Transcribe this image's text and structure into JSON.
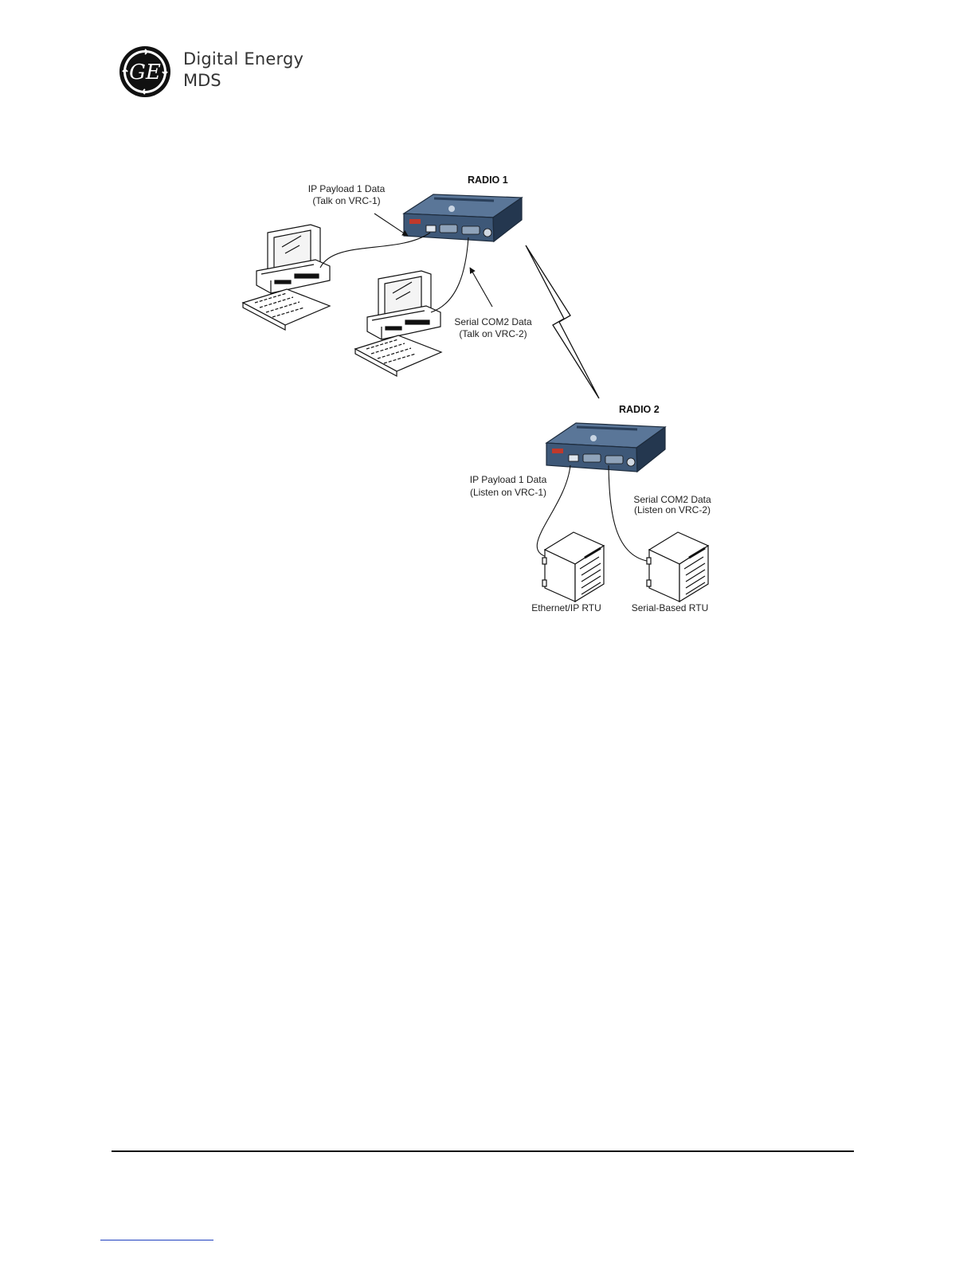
{
  "header": {
    "logo_text": "GE",
    "brand_name": "Digital Energy",
    "brand_sub": "MDS"
  },
  "diagram": {
    "radio1": {
      "title": "RADIO 1"
    },
    "radio2": {
      "title": "RADIO 2"
    },
    "labels": {
      "ip_talk_line1": "IP Payload 1 Data",
      "ip_talk_line2": "(Talk on VRC-1)",
      "serial_talk_line1": "Serial COM2 Data",
      "serial_talk_line2": "(Talk on VRC-2)",
      "ip_listen_line1": "IP Payload 1 Data",
      "ip_listen_line2": "(Listen on VRC-1)",
      "serial_listen_line1": "Serial COM2 Data",
      "serial_listen_line2": "(Listen on VRC-2)",
      "rtu_ethernet": "Ethernet/IP RTU",
      "rtu_serial": "Serial-Based RTU"
    }
  },
  "colors": {
    "radio_body": "#3e5878",
    "radio_dark": "#24374f",
    "footer_link": "#1f3fbf"
  }
}
